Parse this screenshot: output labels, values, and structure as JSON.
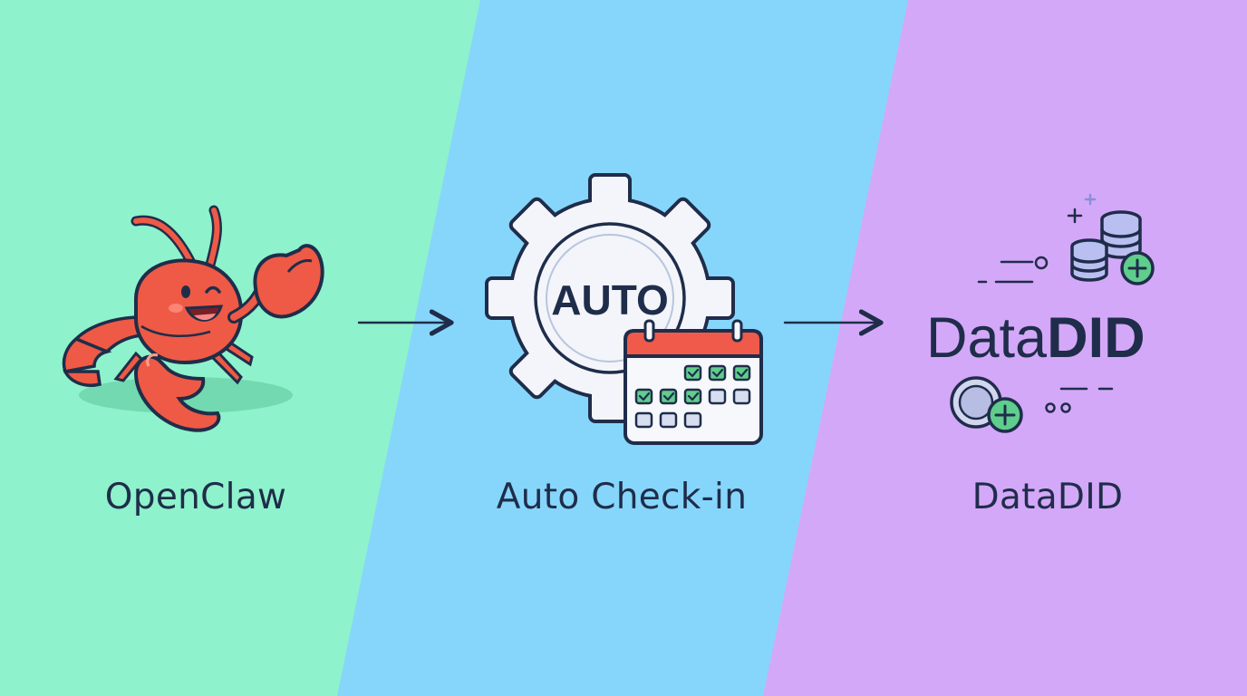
{
  "steps": [
    {
      "id": "openclaw",
      "label": "OpenClaw",
      "icon": "lobster-icon"
    },
    {
      "id": "auto-checkin",
      "label": "Auto Check-in",
      "icon": "gear-calendar-icon",
      "badge_text": "AUTO"
    },
    {
      "id": "datadid",
      "label": "DataDID",
      "icon": "coins-icon",
      "logo_text_light": "Data",
      "logo_text_bold": "DID"
    }
  ],
  "colors": {
    "panel_1": "#8ef2cc",
    "panel_2": "#86d6fb",
    "panel_3": "#d4a8f8",
    "ink": "#1f2d4a",
    "lobster": "#ee5a45",
    "calendar_header": "#f05a4a",
    "check": "#5fce8c"
  }
}
